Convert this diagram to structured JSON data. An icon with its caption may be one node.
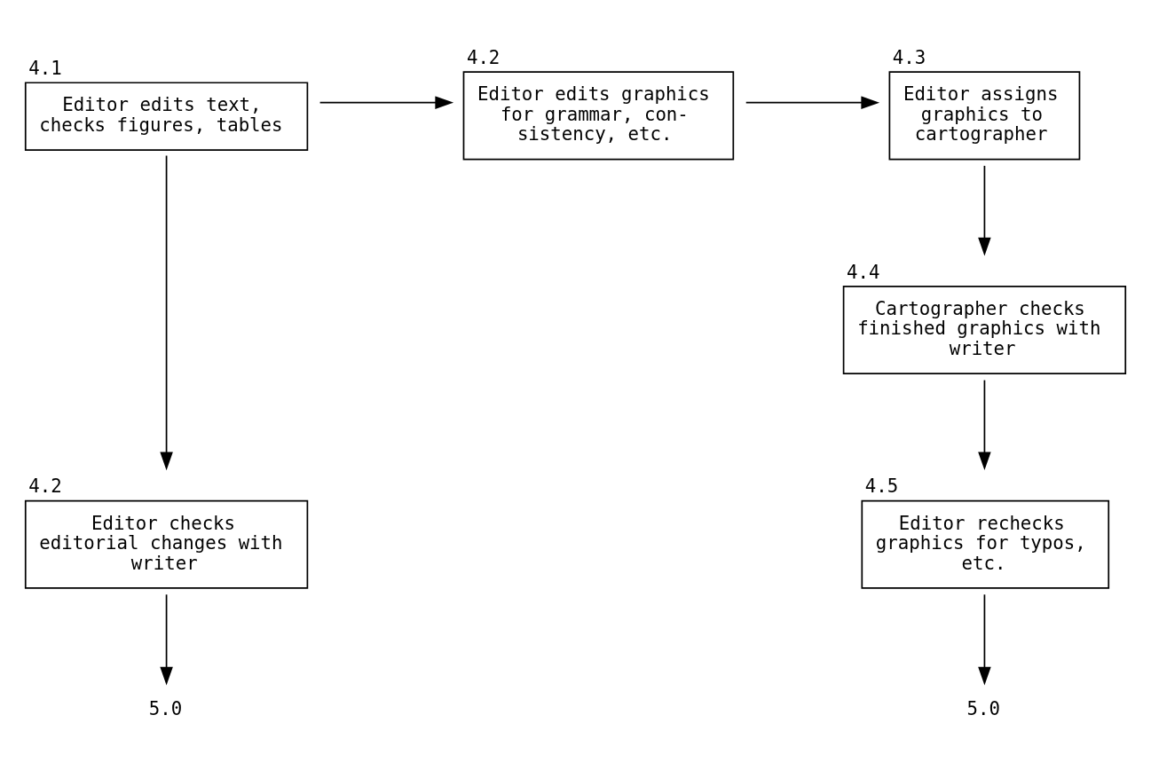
{
  "diagram": {
    "nodes": [
      {
        "text": [
          "4.1",
          "Editor edits text, checks figures, tables"
        ]
      },
      {
        "text": [
          "4.2",
          "Editor edits graphics for grammar, con- sistency, etc."
        ]
      },
      {
        "text": [
          "4.3",
          "Editor assigns graphics to cartographer"
        ]
      },
      {
        "text": [
          "4.4",
          "Cartographer checks finished graphics with writer"
        ]
      },
      {
        "text": [
          "4.5",
          "Editor rechecks graphics for typos, etc."
        ]
      },
      {
        "text": [
          "4.2",
          "Editor checks editorial changes with writer"
        ]
      },
      {
        "text": [
          "5.0"
        ]
      },
      {
        "text": [
          "5.0"
        ]
      }
    ],
    "edges": [
      {
        "from": 0,
        "to": 1,
        "arrow": "to"
      },
      {
        "from": 1,
        "to": 2,
        "arrow": "to"
      },
      {
        "from": 0,
        "to": 5,
        "arrow": "to"
      },
      {
        "from": 2,
        "to": 3,
        "arrow": "to"
      },
      {
        "from": 3,
        "to": 4,
        "arrow": "to"
      },
      {
        "from": 5,
        "to": 6,
        "arrow": "to"
      },
      {
        "from": 4,
        "to": 7,
        "arrow": "to"
      }
    ]
  }
}
